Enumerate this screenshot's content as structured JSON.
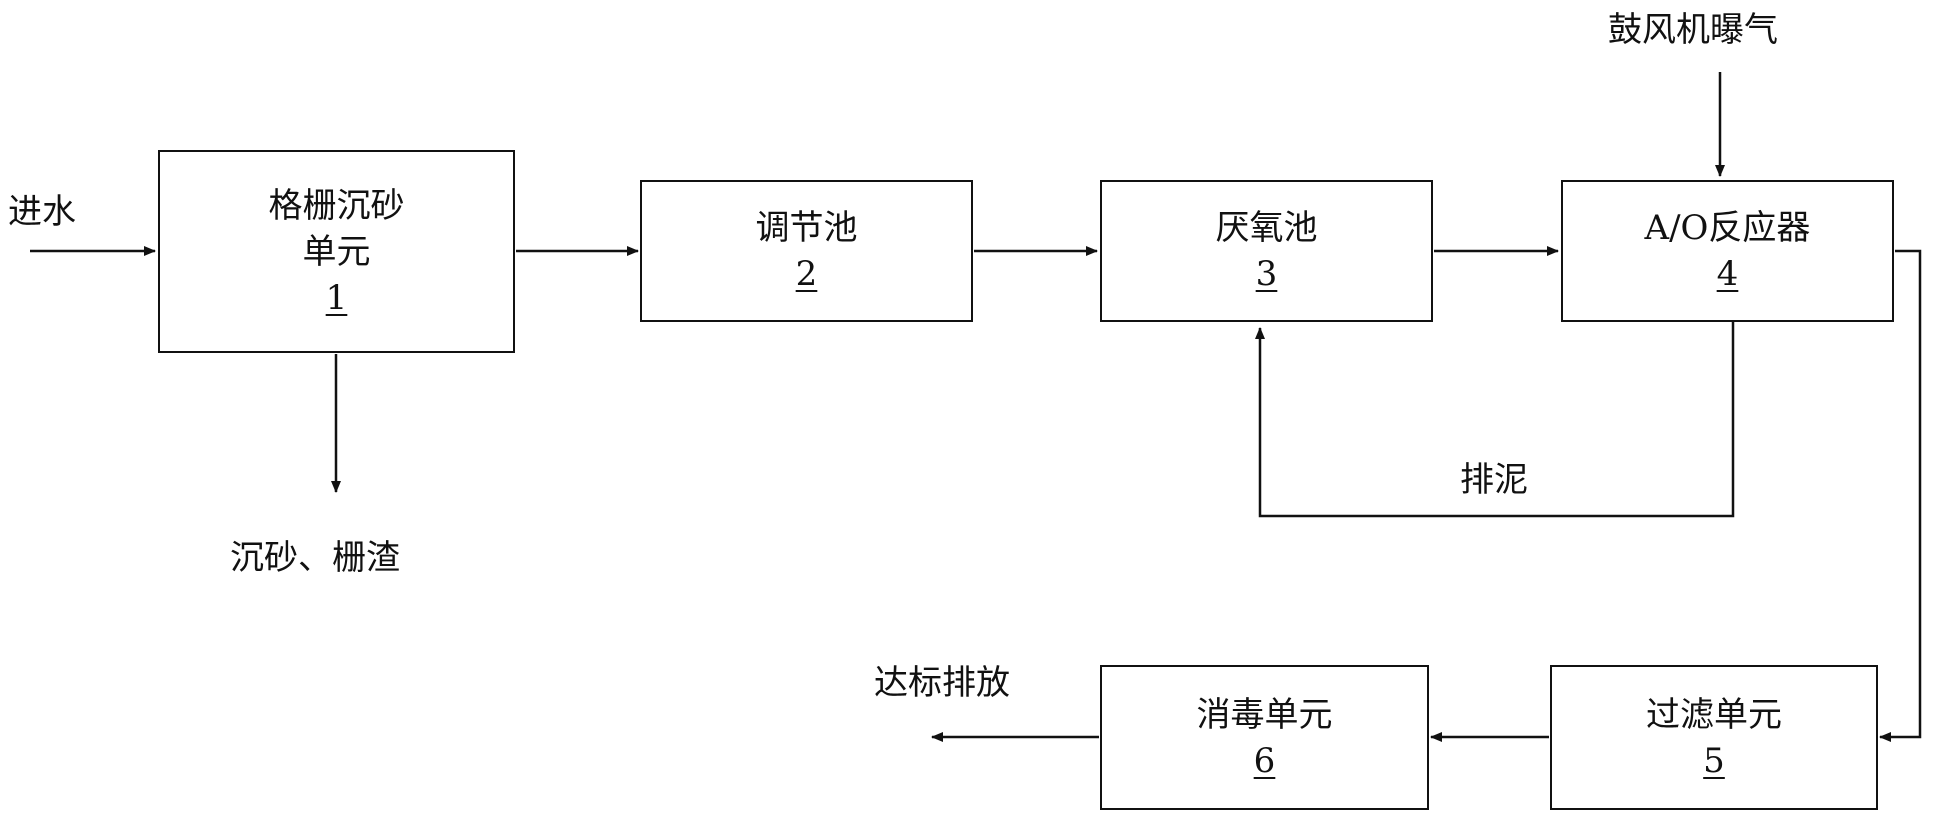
{
  "boxes": [
    {
      "id": "box-1",
      "title": "格栅沉砂\n单元",
      "number": "1"
    },
    {
      "id": "box-2",
      "title": "调节池",
      "number": "2"
    },
    {
      "id": "box-3",
      "title": "厌氧池",
      "number": "3"
    },
    {
      "id": "box-4",
      "title": "A/O反应器",
      "number": "4"
    },
    {
      "id": "box-5",
      "title": "过滤单元",
      "number": "5"
    },
    {
      "id": "box-6",
      "title": "消毒单元",
      "number": "6"
    }
  ],
  "labels": {
    "inlet": "进水",
    "grit_output": "沉砂、栅渣",
    "blower": "鼓风机曝气",
    "sludge_return": "排泥",
    "discharge": "达标排放"
  },
  "colors": {
    "line": "#111111",
    "background": "#ffffff"
  }
}
